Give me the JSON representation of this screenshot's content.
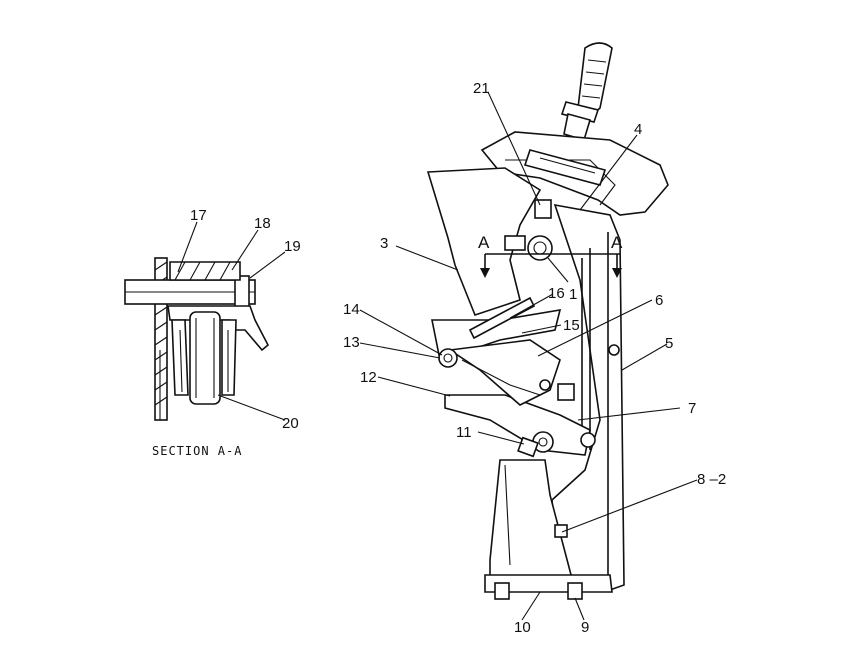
{
  "section": {
    "title": "SECTION A-A"
  },
  "section_marks": {
    "left": "A",
    "right": "A"
  },
  "callouts": {
    "c1": "1",
    "c3": "3",
    "c4": "4",
    "c5": "5",
    "c6": "6",
    "c7": "7",
    "c8_2": "8 –2",
    "c9": "9",
    "c10": "10",
    "c11": "11",
    "c12": "12",
    "c13": "13",
    "c14": "14",
    "c15": "15",
    "c16": "16",
    "c17": "17",
    "c18": "18",
    "c19": "19",
    "c20": "20",
    "c21": "21"
  }
}
